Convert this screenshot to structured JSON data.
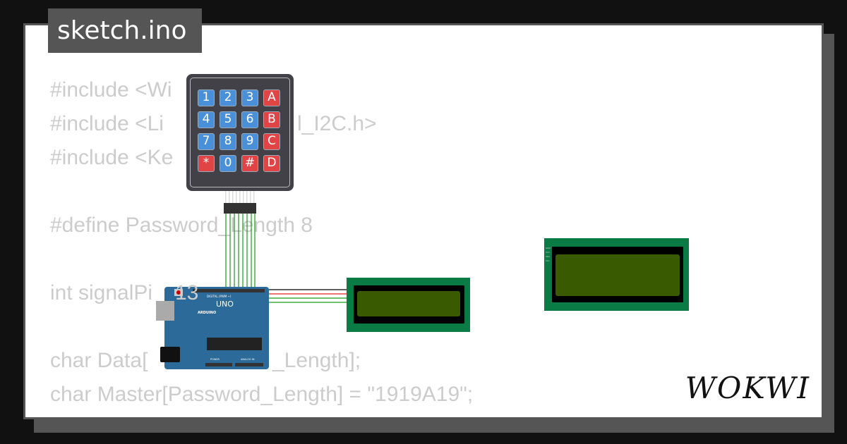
{
  "tab": {
    "filename": "sketch.ino"
  },
  "code": {
    "lines": [
      [
        "#include <Wi",
        ""
      ],
      [
        "#include <Li",
        "l_I2C.h>"
      ],
      [
        "#include <Ke",
        ""
      ],
      [
        "",
        ""
      ],
      [
        "#define Password_Length 8",
        ""
      ],
      [
        "",
        ""
      ],
      [
        "int signalPi",
        "13"
      ],
      [
        "",
        ""
      ],
      [
        "char Data[",
        "_Length];"
      ],
      [
        "char Master[Password_Length] = \"1919A19\";",
        ""
      ]
    ]
  },
  "keypad": {
    "keys": [
      [
        "1",
        "2",
        "3",
        "A"
      ],
      [
        "4",
        "5",
        "6",
        "B"
      ],
      [
        "7",
        "8",
        "9",
        "C"
      ],
      [
        "*",
        "0",
        "#",
        "D"
      ]
    ]
  },
  "arduino": {
    "model": "UNO",
    "brand": "ARDUINO",
    "header_label": "DIGITAL (PWM ~)",
    "power_label": "POWER",
    "analog_label": "ANALOG IN"
  },
  "lcd_pins": [
    "GND",
    "VCC",
    "SDA",
    "SCL"
  ],
  "colors": {
    "background": "#111111",
    "panel": "#ffffff",
    "tab": "#555555",
    "code_text": "#cccccc",
    "key_blue": "#4a90d9",
    "key_red": "#e04444",
    "lcd_pcb": "#0b7b45",
    "lcd_screen": "#3a5a00",
    "arduino": "#2c6a9a"
  },
  "logo": "WOKWI"
}
